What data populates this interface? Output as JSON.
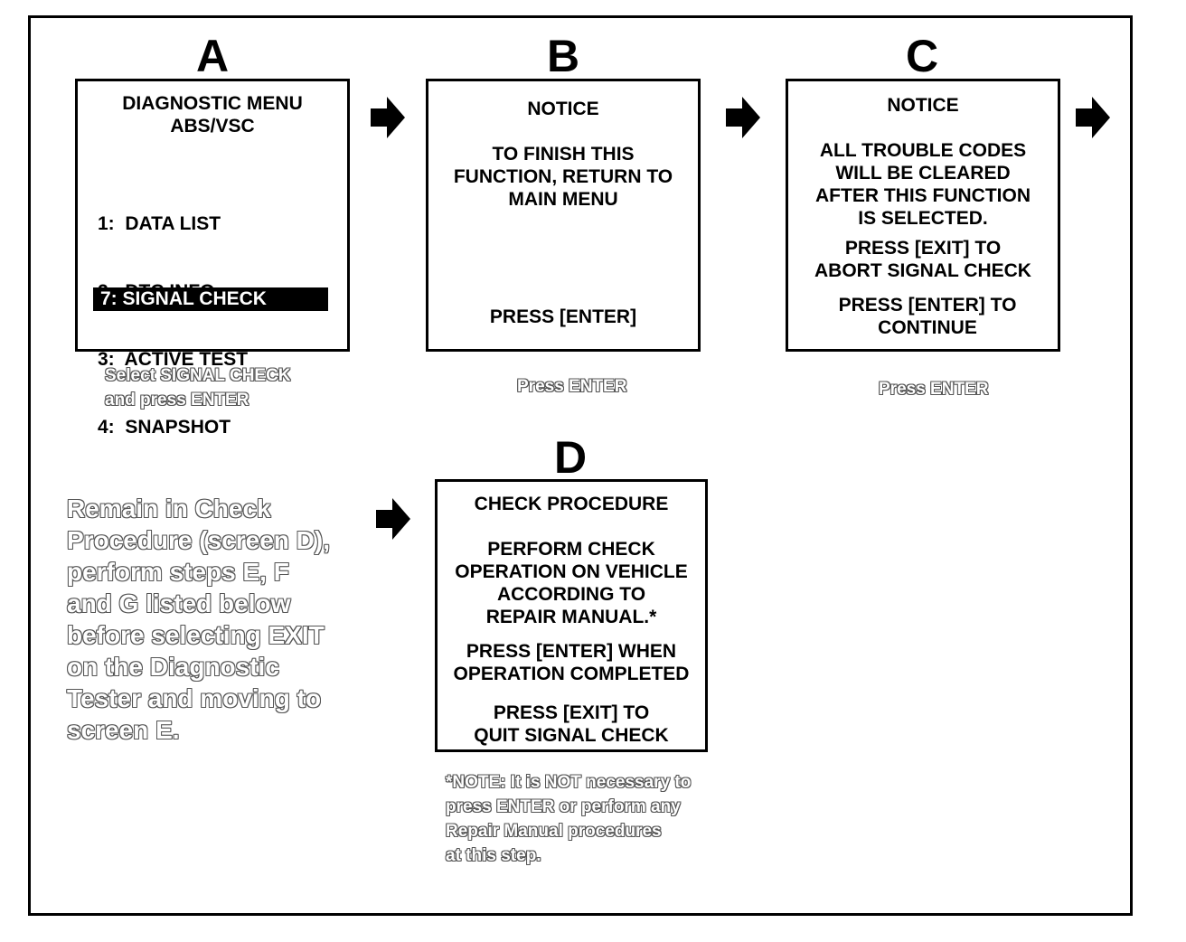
{
  "screens": {
    "a": {
      "letter": "A",
      "title": "DIAGNOSTIC MENU\nABS/VSC",
      "items": [
        "1:  DATA LIST",
        "2:  DTC INFO",
        "3:  ACTIVE TEST",
        "4:  SNAPSHOT"
      ],
      "selected": "7: SIGNAL CHECK",
      "caption": "Select SIGNAL CHECK\nand press ENTER"
    },
    "b": {
      "letter": "B",
      "title": "NOTICE",
      "body": "TO FINISH THIS\nFUNCTION, RETURN TO\nMAIN MENU",
      "action": "PRESS [ENTER]",
      "caption": "Press ENTER"
    },
    "c": {
      "letter": "C",
      "title": "NOTICE",
      "body": "ALL TROUBLE CODES\nWILL BE CLEARED\nAFTER THIS FUNCTION\nIS SELECTED.",
      "exit": "PRESS [EXIT] TO\nABORT SIGNAL CHECK",
      "enter": "PRESS [ENTER] TO\nCONTINUE",
      "caption": "Press ENTER"
    },
    "d": {
      "letter": "D",
      "title": "CHECK PROCEDURE",
      "body": "PERFORM CHECK\nOPERATION ON VEHICLE\nACCORDING TO\nREPAIR MANUAL.*",
      "enter": "PRESS [ENTER] WHEN\nOPERATION COMPLETED",
      "exit": "PRESS [EXIT] TO\nQUIT SIGNAL CHECK"
    }
  },
  "instruction": "Remain in Check\nProcedure (screen D),\nperform steps E, F\nand G listed below\nbefore selecting EXIT\non the Diagnostic\nTester and moving to\nscreen E.",
  "note": "*NOTE: It is NOT necessary to\npress ENTER or perform any\nRepair Manual procedures\nat this step.",
  "icons": [
    "arrow-right-icon"
  ]
}
